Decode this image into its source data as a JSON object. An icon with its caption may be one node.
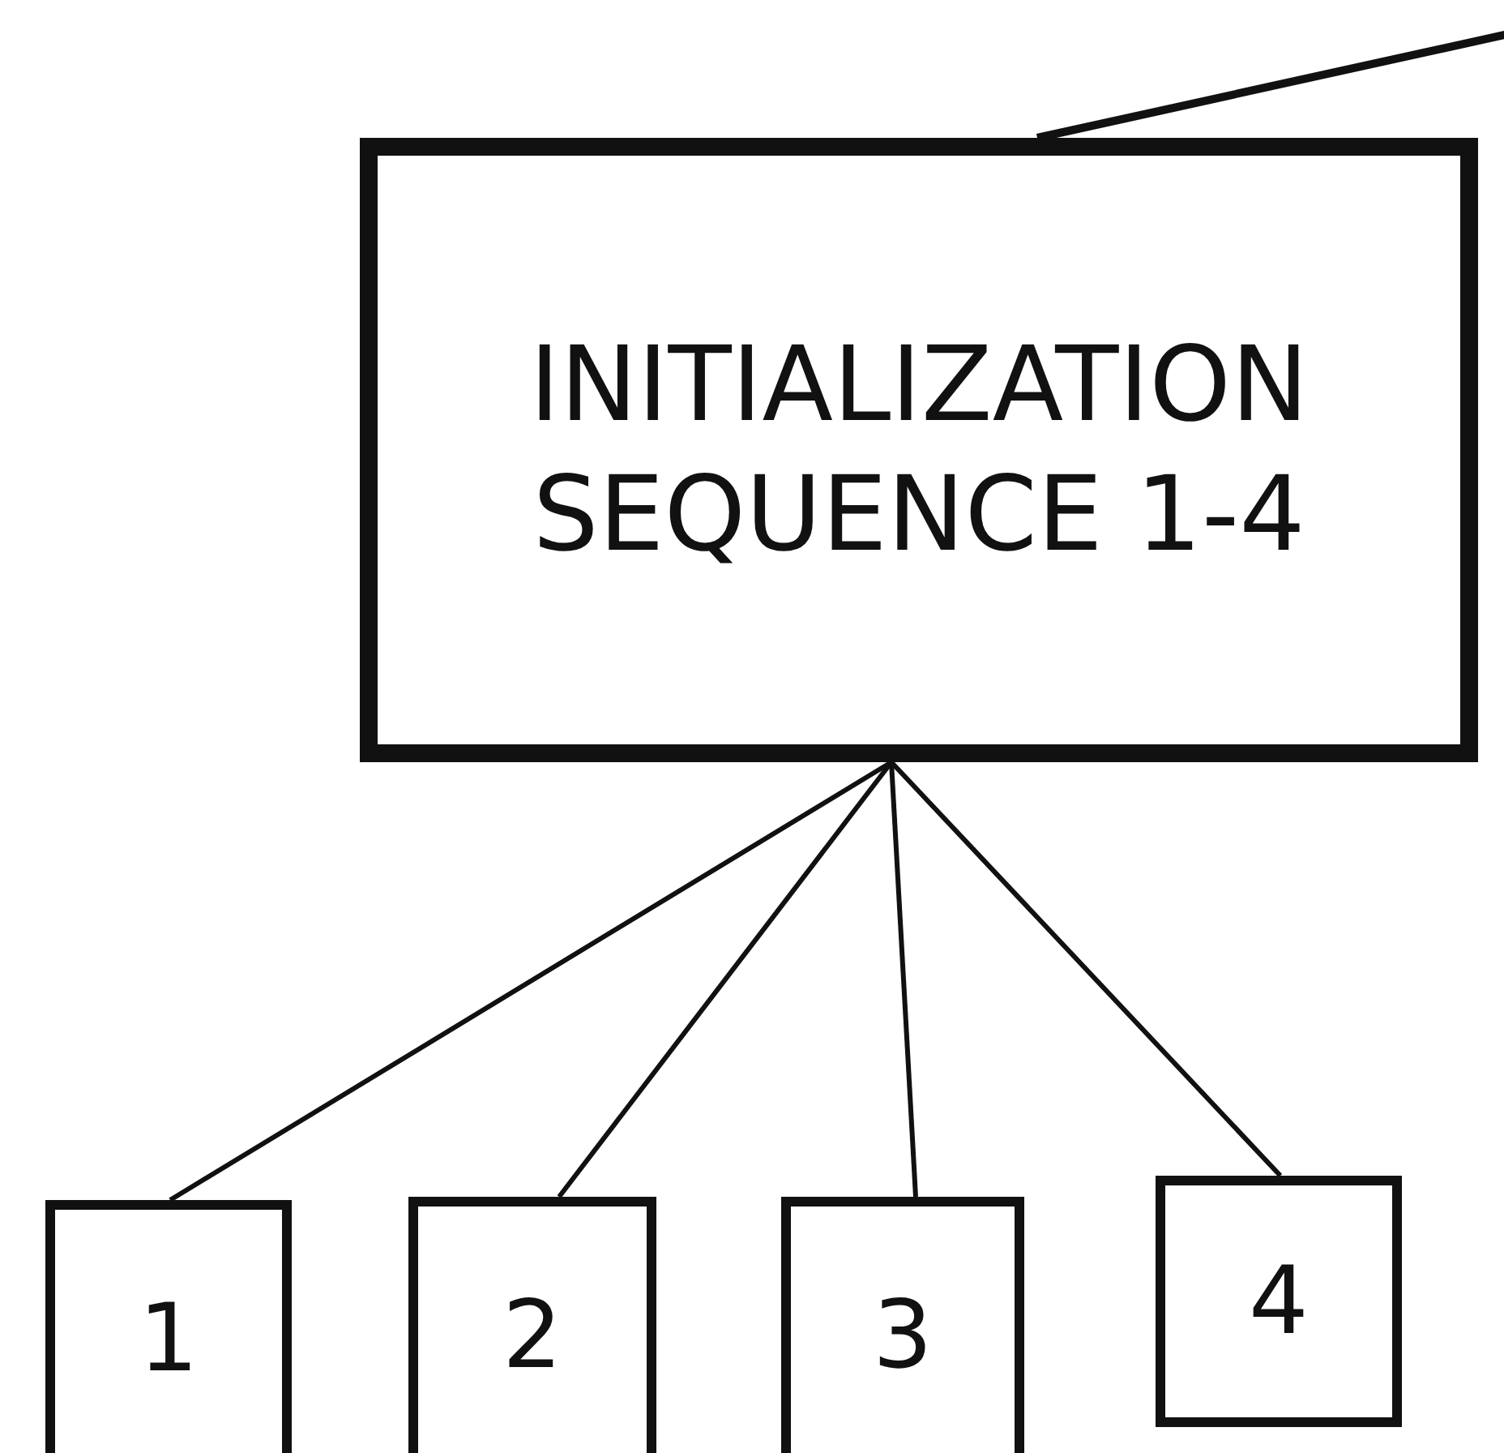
{
  "diagram": {
    "nodes": [
      {
        "text": [
          "INITIALIZATION SEQUENCE 1-4"
        ]
      },
      {
        "text": [
          "1"
        ]
      },
      {
        "text": [
          "2"
        ]
      },
      {
        "text": [
          "3"
        ]
      },
      {
        "text": [
          "4"
        ]
      }
    ],
    "edges": [
      {
        "from": 0,
        "to": null,
        "arrow": "none"
      },
      {
        "from": 0,
        "to": 1,
        "arrow": "none"
      },
      {
        "from": 0,
        "to": 2,
        "arrow": "none"
      },
      {
        "from": 0,
        "to": 3,
        "arrow": "none"
      },
      {
        "from": 0,
        "to": 4,
        "arrow": "none"
      }
    ]
  }
}
